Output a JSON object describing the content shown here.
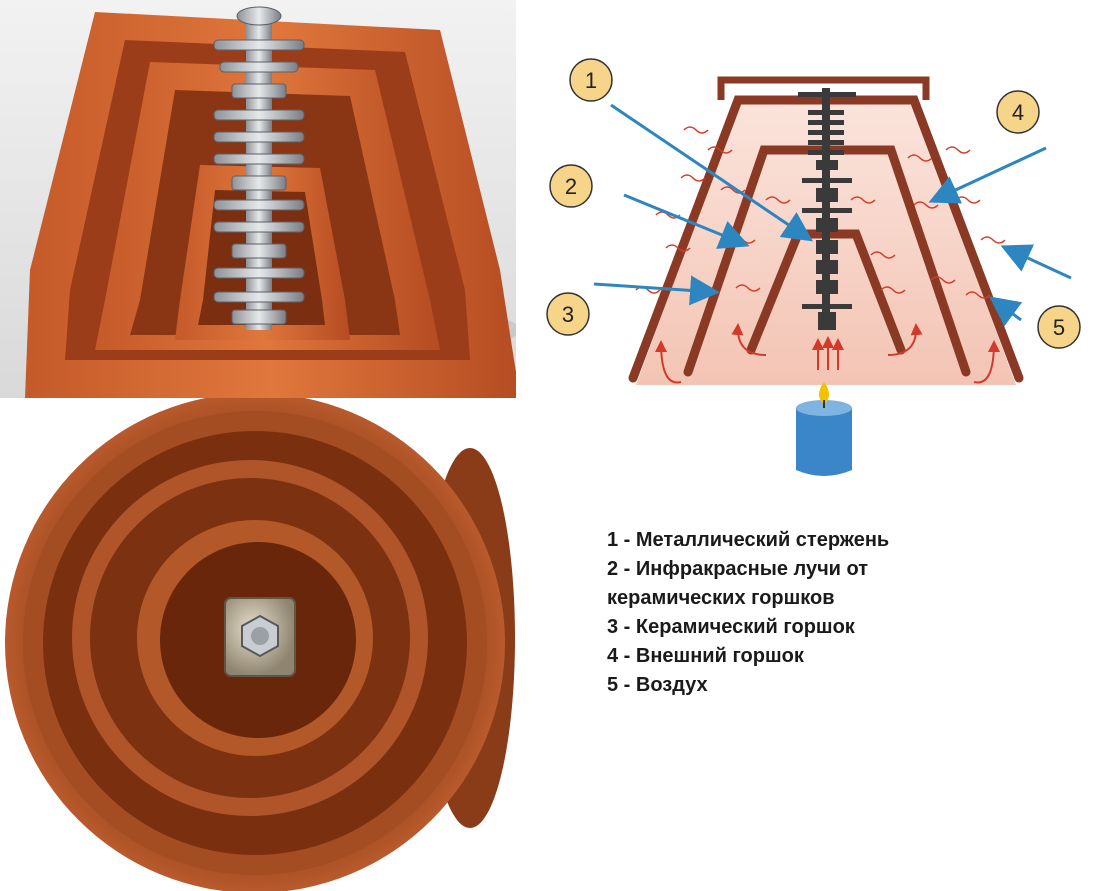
{
  "diagram": {
    "callouts": [
      "1",
      "2",
      "3",
      "4",
      "5"
    ],
    "colors": {
      "pot": "#8a3a24",
      "glow": "#f7d2c6",
      "arrow": "#2e86c1",
      "heat": "#d43a2a",
      "badge": "#f6d48a",
      "rod": "#3a3a3a",
      "candle": "#3a86c8",
      "flame": "#f2c200"
    }
  },
  "legend": [
    "1 - Металлический стержень",
    "2 - Инфракрасные лучи от\nкерамических горшков",
    "3 - Керамический горшок",
    "4 - Внешний горшок",
    "5 - Воздух"
  ]
}
